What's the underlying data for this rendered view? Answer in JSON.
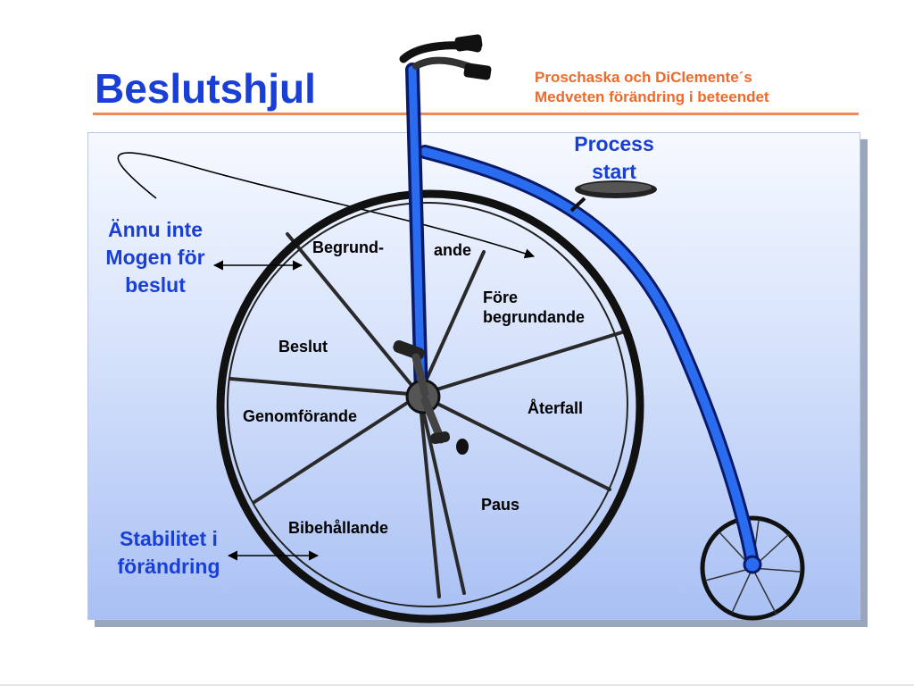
{
  "slide": {
    "title": "Beslutshjul",
    "source_line1": "Proschaska och DiClemente´s",
    "source_line2": "Medveten förändring i beteendet"
  },
  "annotations": {
    "process_line1": "Process",
    "process_line2": "start",
    "not_ready_line1": "Ännu inte",
    "not_ready_line2": "Mogen för",
    "not_ready_line3": "beslut",
    "stability_line1": "Stabilitet i",
    "stability_line2": "förändring"
  },
  "stages": {
    "begrund": "Begrund-",
    "ande": "ande",
    "fore_line1": "Före",
    "fore_line2": "begrundande",
    "beslut": "Beslut",
    "aterfall": "Återfall",
    "genomforande": "Genomförande",
    "paus": "Paus",
    "bibehallande": "Bibehållande"
  },
  "colors": {
    "title": "#1a3fd6",
    "source": "#ee6a2c",
    "frame_blue": "#2a6cf0",
    "wheel": "#111111"
  }
}
